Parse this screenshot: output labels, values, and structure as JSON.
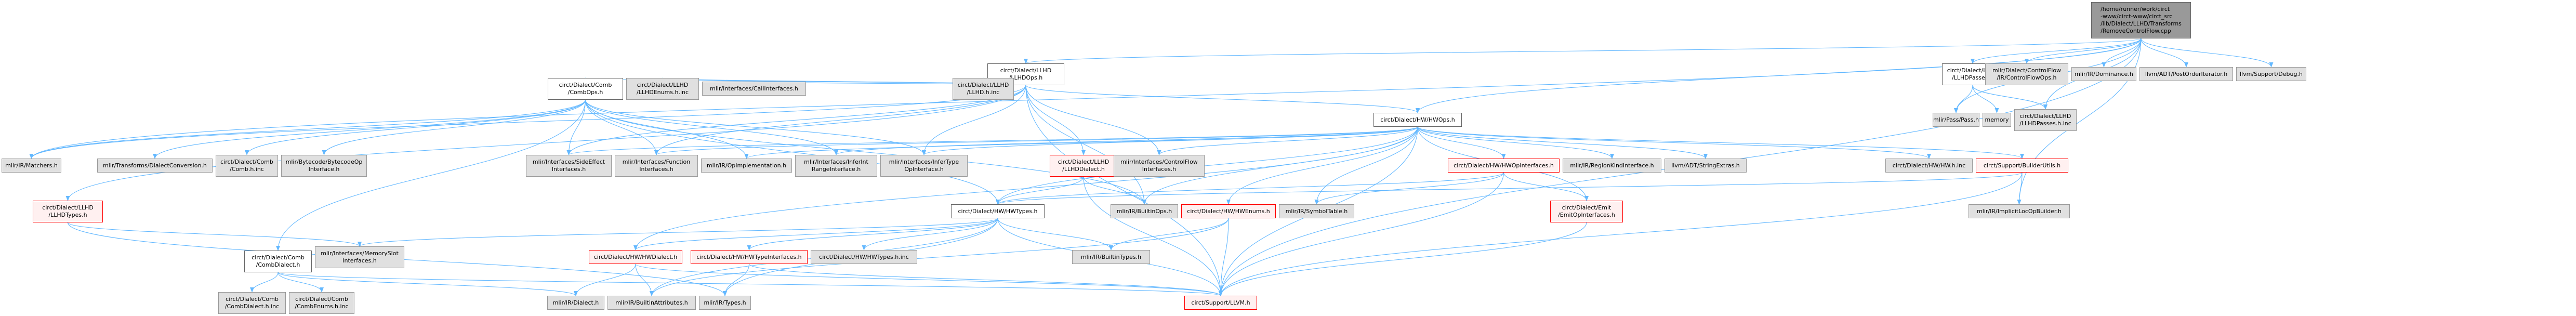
{
  "graph": {
    "title": "Include dependency graph",
    "root": "/home/runner/work/circt\n-www/circt-www/circt_src\n/lib/Dialect/LLHD/Transforms\n/RemoveControlFlow.cpp",
    "colors": {
      "edge": "#63b8ff",
      "root_fill": "#999999",
      "missing_fill": "#e0e0e0",
      "local_fill": "#ffffff",
      "truncated_fill": "#fff0f0",
      "truncated_border": "#ff0000"
    },
    "nodes": [
      {
        "id": "root",
        "label": "/home/runner/work/circt\n-www/circt-www/circt_src\n/lib/Dialect/LLHD/Transforms\n/RemoveControlFlow.cpp",
        "kind": "root"
      },
      {
        "id": "llhdops",
        "label": "circt/Dialect/LLHD\n/LLHDOps.h",
        "kind": "local"
      },
      {
        "id": "llhdpasses",
        "label": "circt/Dialect/LLHD\n/LLHDPasses.h",
        "kind": "local"
      },
      {
        "id": "cfops",
        "label": "mlir/Dialect/ControlFlow\n/IR/ControlFlowOps.h",
        "kind": "external"
      },
      {
        "id": "dominance",
        "label": "mlir/IR/Dominance.h",
        "kind": "external"
      },
      {
        "id": "postorder",
        "label": "llvm/ADT/PostOrderIterator.h",
        "kind": "external"
      },
      {
        "id": "debug",
        "label": "llvm/Support/Debug.h",
        "kind": "external"
      },
      {
        "id": "pass",
        "label": "mlir/Pass/Pass.h",
        "kind": "external"
      },
      {
        "id": "memory",
        "label": "memory",
        "kind": "external"
      },
      {
        "id": "llhdpassesinc",
        "label": "circt/Dialect/LLHD\n/LLHDPasses.h.inc",
        "kind": "external"
      },
      {
        "id": "combops",
        "label": "circt/Dialect/Comb\n/CombOps.h",
        "kind": "local"
      },
      {
        "id": "llhdenums",
        "label": "circt/Dialect/LLHD\n/LLHDEnums.h.inc",
        "kind": "external"
      },
      {
        "id": "callif",
        "label": "mlir/Interfaces/CallInterfaces.h",
        "kind": "external"
      },
      {
        "id": "llhdinc",
        "label": "circt/Dialect/LLHD\n/LLHD.h.inc",
        "kind": "external"
      },
      {
        "id": "hwops",
        "label": "circt/Dialect/HW/HWOps.h",
        "kind": "local"
      },
      {
        "id": "matchers",
        "label": "mlir/IR/Matchers.h",
        "kind": "external"
      },
      {
        "id": "dialectconv",
        "label": "mlir/Transforms/DialectConversion.h",
        "kind": "external"
      },
      {
        "id": "combinc",
        "label": "circt/Dialect/Comb\n/Comb.h.inc",
        "kind": "external"
      },
      {
        "id": "bytecode",
        "label": "mlir/Bytecode/BytecodeOp\nInterface.h",
        "kind": "external"
      },
      {
        "id": "sideeffect",
        "label": "mlir/Interfaces/SideEffect\nInterfaces.h",
        "kind": "external"
      },
      {
        "id": "funcif",
        "label": "mlir/Interfaces/Function\nInterfaces.h",
        "kind": "external"
      },
      {
        "id": "opimpl",
        "label": "mlir/IR/OpImplementation.h",
        "kind": "external"
      },
      {
        "id": "inferint",
        "label": "mlir/Interfaces/InferInt\nRangeInterface.h",
        "kind": "external"
      },
      {
        "id": "infertype",
        "label": "mlir/Interfaces/InferType\nOpInterface.h",
        "kind": "external"
      },
      {
        "id": "llhddialect",
        "label": "circt/Dialect/LLHD\n/LLHDDialect.h",
        "kind": "truncated"
      },
      {
        "id": "cfif",
        "label": "mlir/Interfaces/ControlFlow\nInterfaces.h",
        "kind": "external"
      },
      {
        "id": "hwopif",
        "label": "circt/Dialect/HW/HWOpInterfaces.h",
        "kind": "truncated"
      },
      {
        "id": "regionkind",
        "label": "mlir/IR/RegionKindInterface.h",
        "kind": "external"
      },
      {
        "id": "stringextras",
        "label": "llvm/ADT/StringExtras.h",
        "kind": "external"
      },
      {
        "id": "hwinc",
        "label": "circt/Dialect/HW/HW.h.inc",
        "kind": "external"
      },
      {
        "id": "builderutils",
        "label": "circt/Support/BuilderUtils.h",
        "kind": "truncated"
      },
      {
        "id": "llhdtypes",
        "label": "circt/Dialect/LLHD\n/LLHDTypes.h",
        "kind": "truncated"
      },
      {
        "id": "hwtypes",
        "label": "circt/Dialect/HW/HWTypes.h",
        "kind": "local"
      },
      {
        "id": "builtinops",
        "label": "mlir/IR/BuiltinOps.h",
        "kind": "external"
      },
      {
        "id": "hwenums",
        "label": "circt/Dialect/HW/HWEnums.h",
        "kind": "truncated"
      },
      {
        "id": "symboltable",
        "label": "mlir/IR/SymbolTable.h",
        "kind": "external"
      },
      {
        "id": "emitopif",
        "label": "circt/Dialect/Emit\n/EmitOpInterfaces.h",
        "kind": "truncated"
      },
      {
        "id": "implicitloc",
        "label": "mlir/IR/ImplicitLocOpBuilder.h",
        "kind": "external"
      },
      {
        "id": "combdialect",
        "label": "circt/Dialect/Comb\n/CombDialect.h",
        "kind": "local"
      },
      {
        "id": "memslot",
        "label": "mlir/Interfaces/MemorySlot\nInterfaces.h",
        "kind": "external"
      },
      {
        "id": "hwdialect",
        "label": "circt/Dialect/HW/HWDialect.h",
        "kind": "truncated"
      },
      {
        "id": "hwtypeif",
        "label": "circt/Dialect/HW/HWTypeInterfaces.h",
        "kind": "truncated"
      },
      {
        "id": "hwtypesinc",
        "label": "circt/Dialect/HW/HWTypes.h.inc",
        "kind": "external"
      },
      {
        "id": "builtintypes",
        "label": "mlir/IR/BuiltinTypes.h",
        "kind": "external"
      },
      {
        "id": "combdialectinc",
        "label": "circt/Dialect/Comb\n/CombDialect.h.inc",
        "kind": "external"
      },
      {
        "id": "combenumsinc",
        "label": "circt/Dialect/Comb\n/CombEnums.h.inc",
        "kind": "external"
      },
      {
        "id": "irdialect",
        "label": "mlir/IR/Dialect.h",
        "kind": "external"
      },
      {
        "id": "builtinattrs",
        "label": "mlir/IR/BuiltinAttributes.h",
        "kind": "external"
      },
      {
        "id": "irtypes",
        "label": "mlir/IR/Types.h",
        "kind": "external"
      },
      {
        "id": "llvm",
        "label": "circt/Support/LLVM.h",
        "kind": "truncated"
      }
    ],
    "edges": [
      [
        "root",
        "llhdops"
      ],
      [
        "root",
        "llhdpasses"
      ],
      [
        "root",
        "cfops"
      ],
      [
        "root",
        "dominance"
      ],
      [
        "root",
        "postorder"
      ],
      [
        "root",
        "debug"
      ],
      [
        "root",
        "pass"
      ],
      [
        "root",
        "llhdpassesinc"
      ],
      [
        "root",
        "hwops"
      ],
      [
        "root",
        "matchers"
      ],
      [
        "root",
        "llvm"
      ],
      [
        "root",
        "implicitloc"
      ],
      [
        "llhdpasses",
        "pass"
      ],
      [
        "llhdpasses",
        "memory"
      ],
      [
        "llhdpasses",
        "llhdpassesinc"
      ],
      [
        "llhdpasses",
        "llhdpassesinc"
      ],
      [
        "llhdops",
        "combops"
      ],
      [
        "llhdops",
        "llhdenums"
      ],
      [
        "llhdops",
        "callif"
      ],
      [
        "llhdops",
        "llhdinc"
      ],
      [
        "llhdops",
        "hwops"
      ],
      [
        "llhdops",
        "llhdtypes"
      ],
      [
        "llhdops",
        "llhddialect"
      ],
      [
        "llhdops",
        "sideeffect"
      ],
      [
        "llhdops",
        "funcif"
      ],
      [
        "llhdops",
        "infertype"
      ],
      [
        "llhdops",
        "cfif"
      ],
      [
        "llhdops",
        "builtinops"
      ],
      [
        "llhdops",
        "llvm"
      ],
      [
        "llhdops",
        "matchers"
      ],
      [
        "combops",
        "matchers"
      ],
      [
        "combops",
        "dialectconv"
      ],
      [
        "combops",
        "combinc"
      ],
      [
        "combops",
        "bytecode"
      ],
      [
        "combops",
        "sideeffect"
      ],
      [
        "combops",
        "funcif"
      ],
      [
        "combops",
        "opimpl"
      ],
      [
        "combops",
        "inferint"
      ],
      [
        "combops",
        "infertype"
      ],
      [
        "combops",
        "combdialect"
      ],
      [
        "combops",
        "hwtypes"
      ],
      [
        "combops",
        "builtinops"
      ],
      [
        "hwops",
        "hwopif"
      ],
      [
        "hwops",
        "regionkind"
      ],
      [
        "hwops",
        "stringextras"
      ],
      [
        "hwops",
        "hwinc"
      ],
      [
        "hwops",
        "builderutils"
      ],
      [
        "hwops",
        "hwtypes"
      ],
      [
        "hwops",
        "builtinops"
      ],
      [
        "hwops",
        "hwenums"
      ],
      [
        "hwops",
        "symboltable"
      ],
      [
        "hwops",
        "emitopif"
      ],
      [
        "hwops",
        "sideeffect"
      ],
      [
        "hwops",
        "funcif"
      ],
      [
        "hwops",
        "opimpl"
      ],
      [
        "hwops",
        "inferint"
      ],
      [
        "hwops",
        "infertype"
      ],
      [
        "hwops",
        "cfif"
      ],
      [
        "hwops",
        "hwdialect"
      ],
      [
        "hwops",
        "llvm"
      ],
      [
        "llhddialect",
        "builtinops"
      ],
      [
        "llhddialect",
        "llvm"
      ],
      [
        "llhddialect",
        "hwtypes"
      ],
      [
        "hwopif",
        "symboltable"
      ],
      [
        "hwopif",
        "emitopif"
      ],
      [
        "hwopif",
        "llvm"
      ],
      [
        "hwopif",
        "hwtypes"
      ],
      [
        "builderutils",
        "implicitloc"
      ],
      [
        "builderutils",
        "llvm"
      ],
      [
        "builderutils",
        "hwtypes"
      ],
      [
        "llhdtypes",
        "memslot"
      ],
      [
        "llhdtypes",
        "irtypes"
      ],
      [
        "hwtypes",
        "hwdialect"
      ],
      [
        "hwtypes",
        "hwtypeif"
      ],
      [
        "hwtypes",
        "hwtypesinc"
      ],
      [
        "hwtypes",
        "builtintypes"
      ],
      [
        "hwtypes",
        "llvm"
      ],
      [
        "hwtypes",
        "memslot"
      ],
      [
        "hwtypes",
        "irtypes"
      ],
      [
        "hwtypes",
        "builtinattrs"
      ],
      [
        "hwenums",
        "builtintypes"
      ],
      [
        "hwenums",
        "llvm"
      ],
      [
        "hwenums",
        "builtinattrs"
      ],
      [
        "emitopif",
        "llvm"
      ],
      [
        "combdialect",
        "combdialectinc"
      ],
      [
        "combdialect",
        "combenumsinc"
      ],
      [
        "combdialect",
        "irdialect"
      ],
      [
        "combdialect",
        "llvm"
      ],
      [
        "hwdialect",
        "irdialect"
      ],
      [
        "hwdialect",
        "builtinattrs"
      ],
      [
        "hwdialect",
        "llvm"
      ],
      [
        "hwtypeif",
        "irtypes"
      ],
      [
        "hwtypeif",
        "llvm"
      ]
    ]
  }
}
